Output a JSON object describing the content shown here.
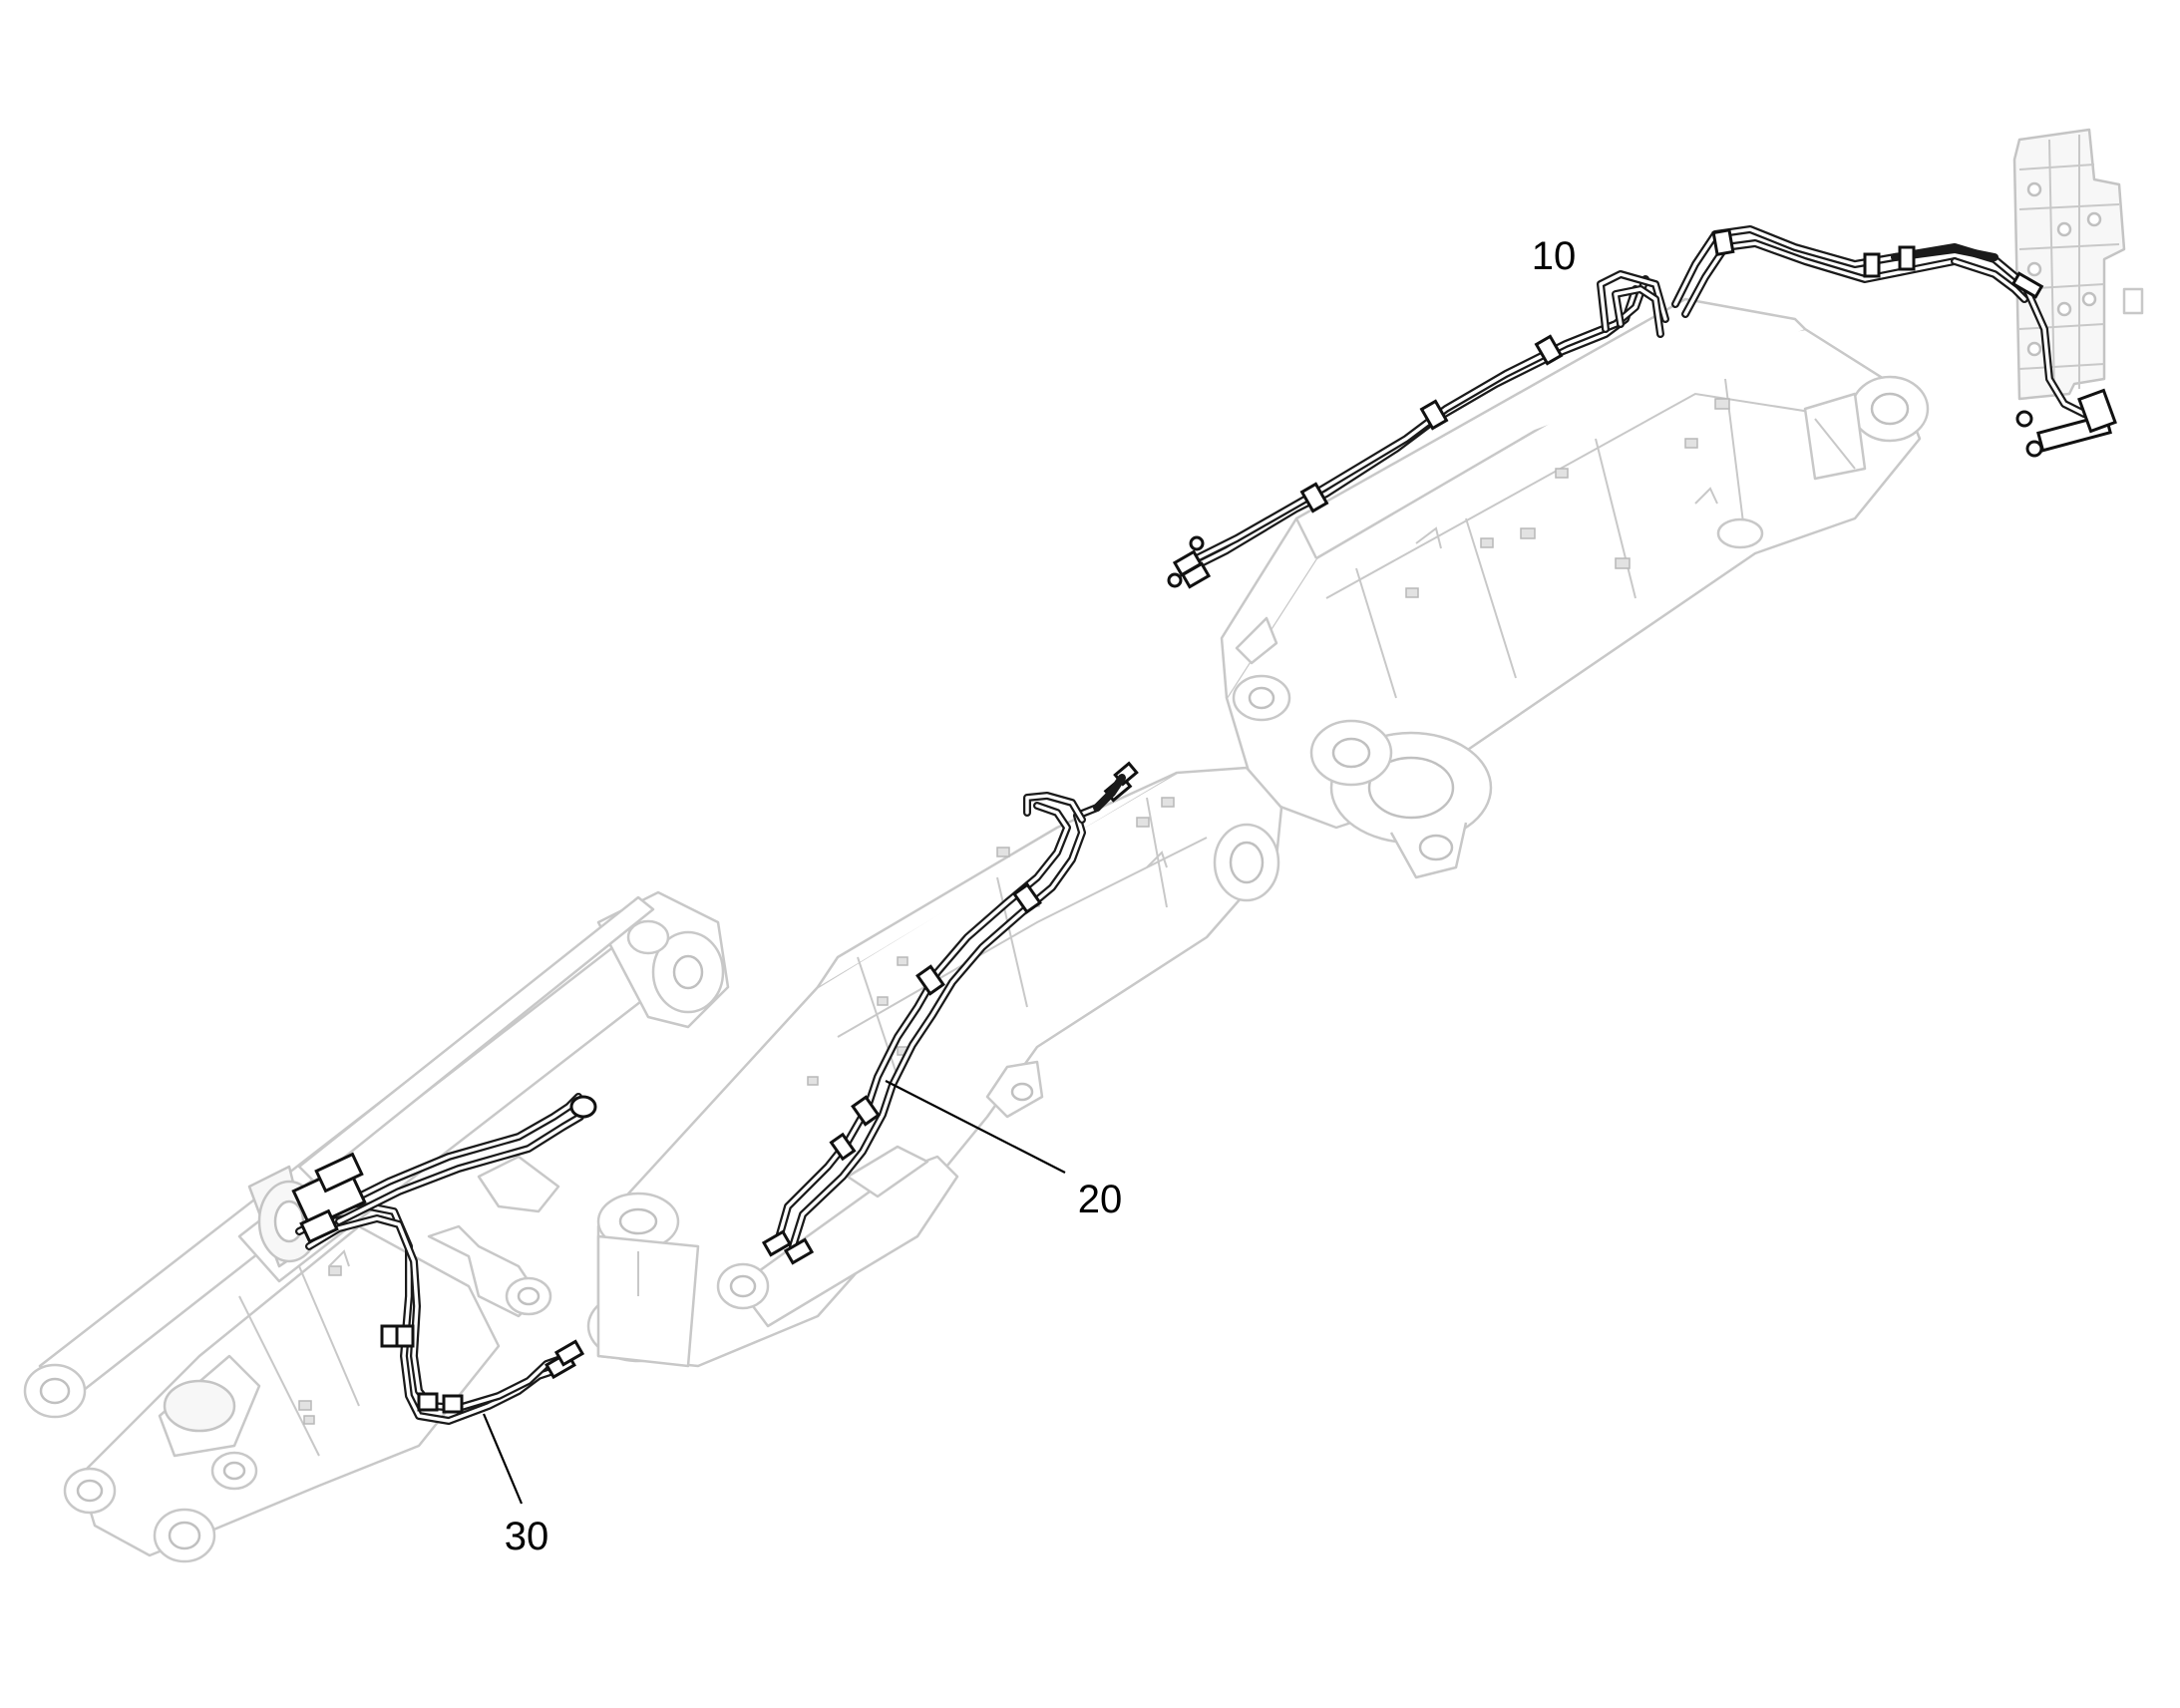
{
  "callouts": {
    "label_10": "10",
    "label_20": "20",
    "label_30": "30"
  },
  "colors": {
    "background": "#ffffff",
    "ghost_outline": "#c8c8c8",
    "hose": "#1a1a1a",
    "text": "#000000"
  }
}
